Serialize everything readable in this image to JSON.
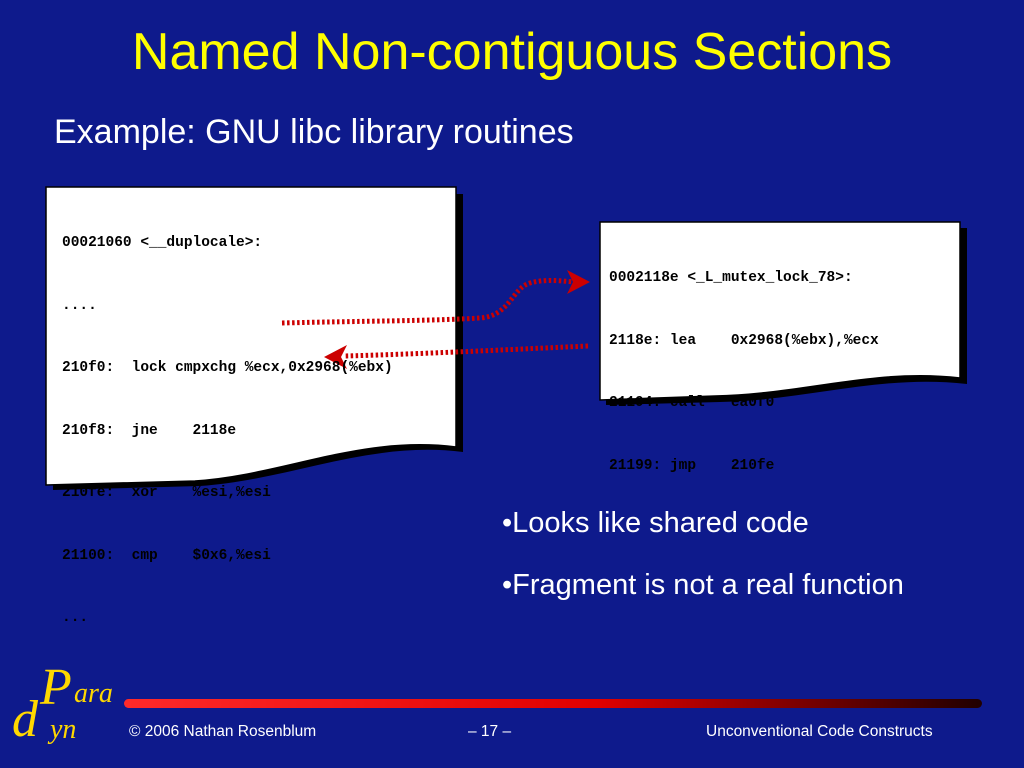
{
  "slide": {
    "title": "Named Non-contiguous Sections",
    "subtitle": "Example: GNU libc library routines"
  },
  "listing1": {
    "lines": [
      "00021060 <__duplocale>:",
      "....",
      "210f0:  lock cmpxchg %ecx,0x2968(%ebx)",
      "210f8:  jne    2118e",
      "210fe:  xor    %esi,%esi",
      "21100:  cmp    $0x6,%esi",
      "..."
    ]
  },
  "listing2": {
    "lines": [
      "0002118e <_L_mutex_lock_78>:",
      "2118e: lea    0x2968(%ebx),%ecx",
      "21194: call   ea0f0",
      "21199: jmp    210fe"
    ]
  },
  "bullets": [
    "•Looks like shared code",
    "•Fragment is not a real function"
  ],
  "footer": {
    "copyright": "© 2006 Nathan Rosenblum",
    "page": "– 17 –",
    "topic": "Unconventional Code Constructs"
  },
  "logo": {
    "p": "P",
    "ara": "ara",
    "d": "d",
    "yn": "yn"
  },
  "colors": {
    "background": "#0e1a8c",
    "title": "#ffff00",
    "arrow": "#cc0000",
    "logo": "#ffd800"
  }
}
